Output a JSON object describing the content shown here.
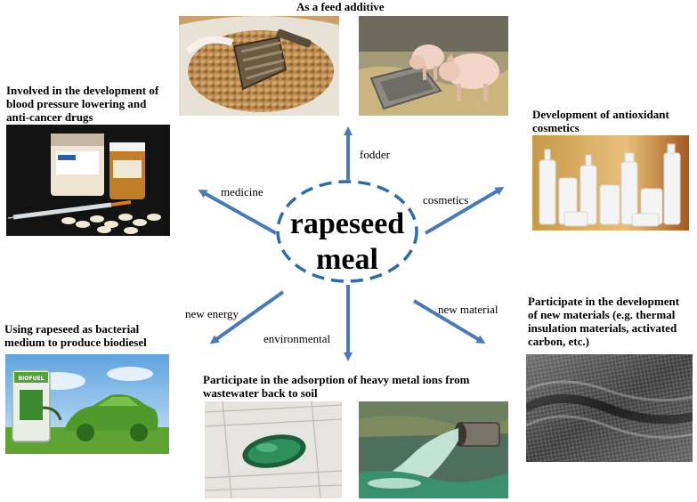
{
  "center": {
    "line1": "rapeseed",
    "line2": "meal",
    "ellipse_color": "#2e6ca8"
  },
  "arrow_color": "#4a7ab5",
  "branches": {
    "fodder": {
      "label": "fodder",
      "caption": "As a feed additive"
    },
    "medicine": {
      "label": "medicine",
      "caption": "Involved in the development of\nblood pressure lowering and\nanti-cancer drugs"
    },
    "cosmetics": {
      "label": "cosmetics",
      "caption": "Development of antioxidant\ncosmetics"
    },
    "new_energy": {
      "label": "new energy",
      "caption": "Using rapeseed as bacterial\nmedium to produce biodiesel",
      "sign_text": "BIOFUEL"
    },
    "environmental": {
      "label": "environmental",
      "caption": "Participate in the adsorption of heavy metal ions from\nwastewater back to soil"
    },
    "new_material": {
      "label": "new material",
      "caption": "Participate in the development\nof new materials (e.g. thermal\ninsulation materials, activated\ncarbon, etc.)"
    }
  },
  "images": [
    {
      "id": "feed-sack",
      "subject": "sack of feed pellets with metal scoop"
    },
    {
      "id": "pigs",
      "subject": "two pigs at a feeding trough"
    },
    {
      "id": "drugs",
      "subject": "medicine bottles, syringe and pills"
    },
    {
      "id": "cosmetics",
      "subject": "white cosmetic bottles and jars"
    },
    {
      "id": "biofuel-car",
      "subject": "green car made of leaves at biofuel pump"
    },
    {
      "id": "polluted-pond",
      "subject": "aerial view of dark green pond in snowy field"
    },
    {
      "id": "wastewater-pipe",
      "subject": "pipe discharging wastewater into river"
    },
    {
      "id": "carbon-fiber",
      "subject": "rolled carbon fiber sheets"
    }
  ]
}
